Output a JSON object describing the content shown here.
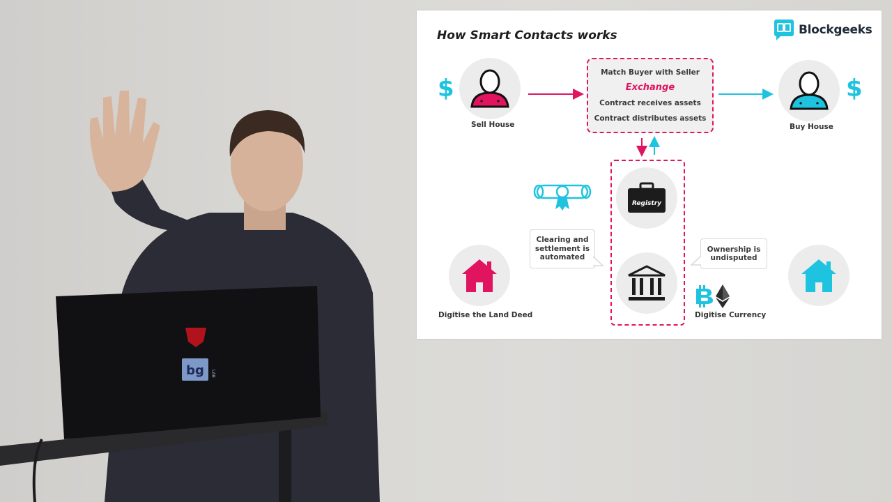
{
  "slide": {
    "title": "How Smart Contacts works",
    "brand": "Blockgeeks",
    "exchange_box": {
      "line1": "Match Buyer with Seller",
      "line2": "Exchange",
      "line3": "Contract receives assets",
      "line4": "Contract distributes assets"
    },
    "nodes": {
      "sell_house": "Sell House",
      "buy_house": "Buy House",
      "registry": "Registry",
      "digitise_land_deed": "Digitise the Land Deed",
      "digitise_currency": "Digitise Currency"
    },
    "bubbles": {
      "clearing": [
        "Clearing and",
        "settlement is",
        "automated"
      ],
      "ownership": [
        "Ownership is",
        "undisputed"
      ]
    },
    "dollar_sign": "$",
    "colors": {
      "pink": "#e0145f",
      "cyan": "#1ec3e0",
      "dark": "#1f2b38",
      "circle_bg": "#ececec"
    },
    "icons": [
      "user-icon",
      "briefcase-icon",
      "bank-icon",
      "house-icon",
      "diploma-icon",
      "bitcoin-icon",
      "ethereum-icon",
      "blockgeeks-logo-icon"
    ]
  },
  "laptop": {
    "logo_text": "bg",
    "lab_text": "LAB"
  }
}
